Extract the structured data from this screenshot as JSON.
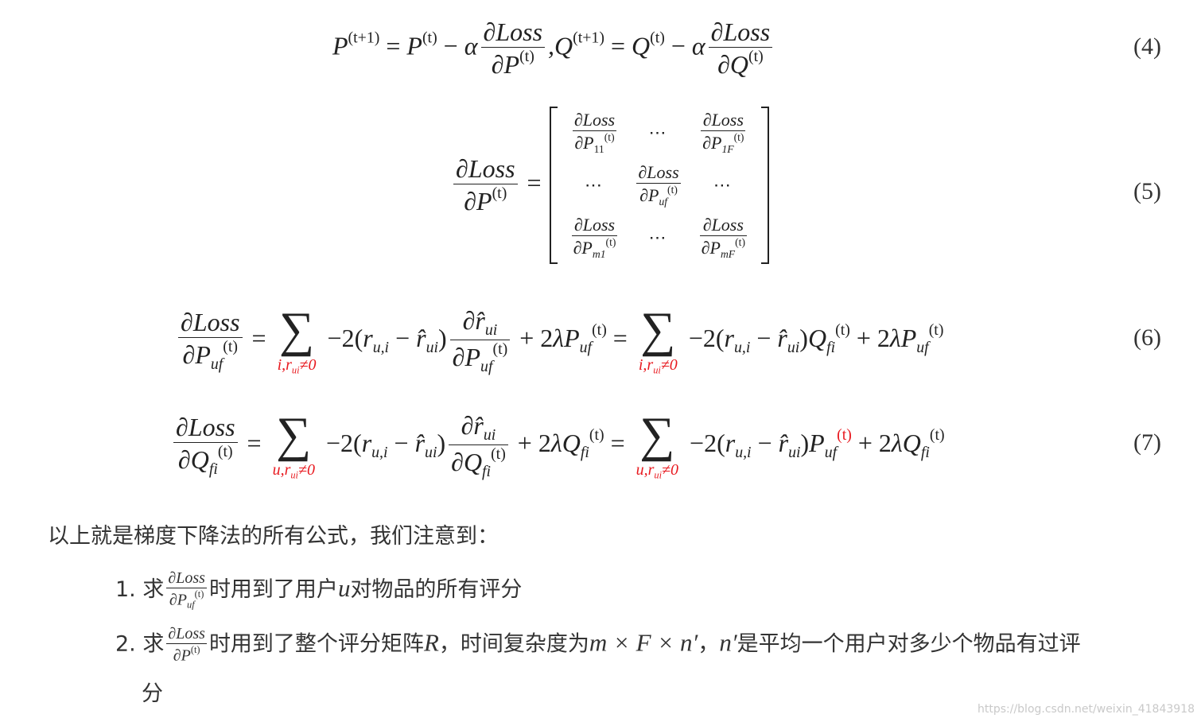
{
  "equations": [
    {
      "number": "(4)"
    },
    {
      "number": "(5)"
    },
    {
      "number": "(6)",
      "sum_under": "i,r",
      "sum_under_sub": "ui",
      "sum_under_tail": "≠0"
    },
    {
      "number": "(7)",
      "sum_under": "u,r",
      "sum_under_sub": "ui",
      "sum_under_tail": "≠0"
    }
  ],
  "paragraph": "以上就是梯度下降法的所有公式，我们注意到：",
  "list": [
    {
      "marker": "1.",
      "prefix": "求",
      "text": "时用到了用户",
      "var": "u",
      "text2": "对物品的所有评分"
    },
    {
      "marker": "2.",
      "prefix": "求",
      "text": "时用到了整个评分矩阵",
      "var": "R",
      "text2": "，时间复杂度为",
      "complexity": "m × F × n′",
      "text3": "，",
      "var2": "n′",
      "text4": "是平均一个用户对多少个物品有过评",
      "text5": "分"
    }
  ],
  "watermark": "https://blog.csdn.net/weixin_41843918",
  "colors": {
    "highlight": "#e8191f",
    "text": "#222222"
  }
}
